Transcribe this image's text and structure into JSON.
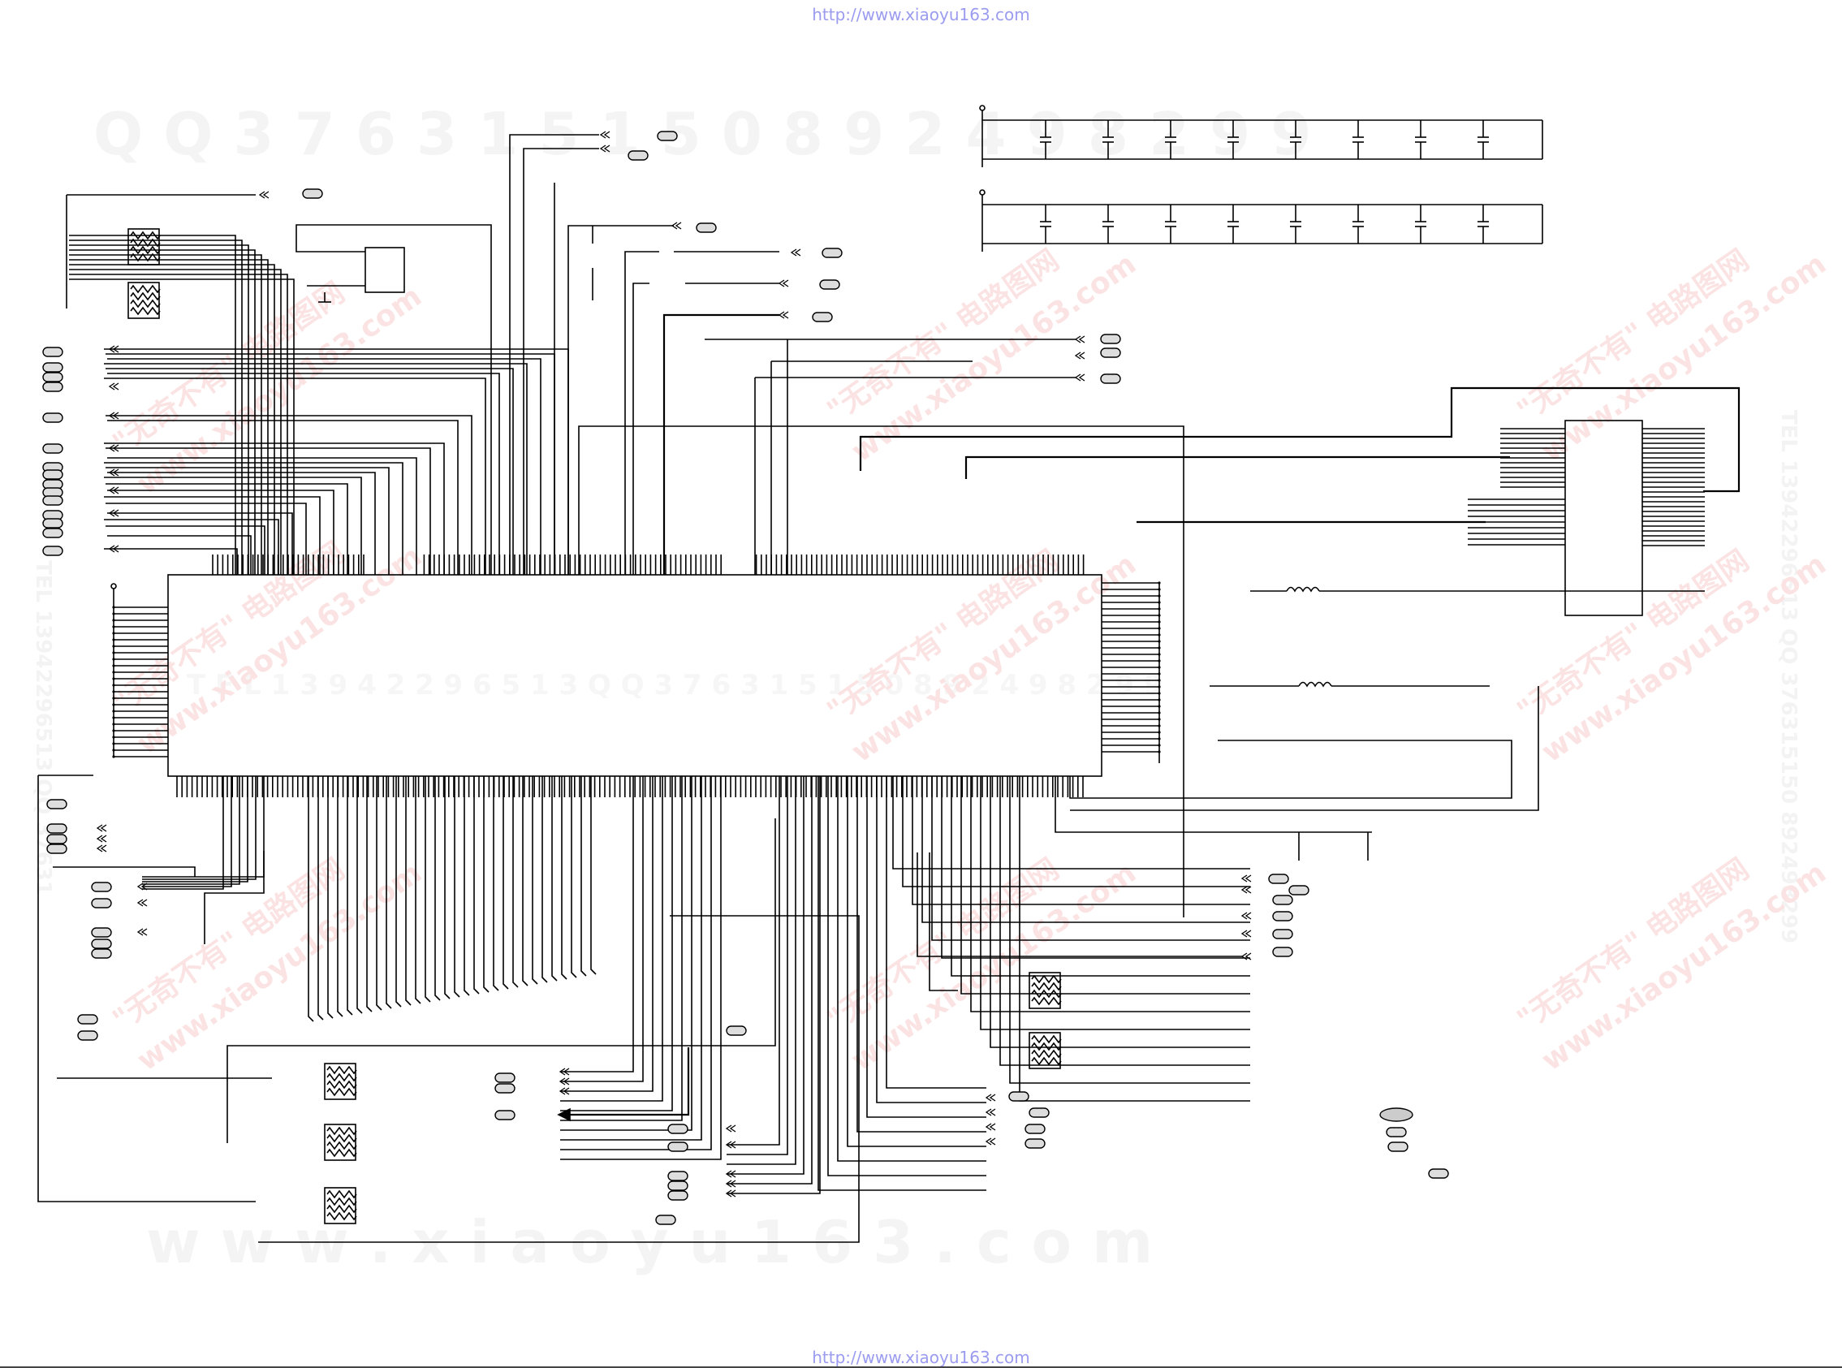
{
  "header": {
    "url": "http://www.xiaoyu163.com"
  },
  "footer": {
    "url": "http://www.xiaoyu163.com"
  },
  "watermarks": {
    "qq_top": "Q Q   3 7 6 3 1 5 1 5 0     8 9 2 4 9 8 2 9 9",
    "tel_mid": "T E L   1 3 9 4 2 2 9 6 5 1 3     Q Q   3 7 6 3 1 5 1 5 0     8 9 2 4 9 8 2 9 9",
    "site_bottom": "w w w . x i a o y u 1 6 3 . c o m",
    "side_right": "TEL 13942296513 QQ 376315150 892498299",
    "side_left": "TEL 13942296513 QQ 37631",
    "diagonal_cn": "\"无奇不有\" 电路图网",
    "diagonal_site": "www.xiaoyu163.com"
  },
  "colors": {
    "line": "#000000",
    "url": "#9b9bf0",
    "watermark": "#f4f4f4",
    "watermark_red": "#fbe3e3"
  }
}
